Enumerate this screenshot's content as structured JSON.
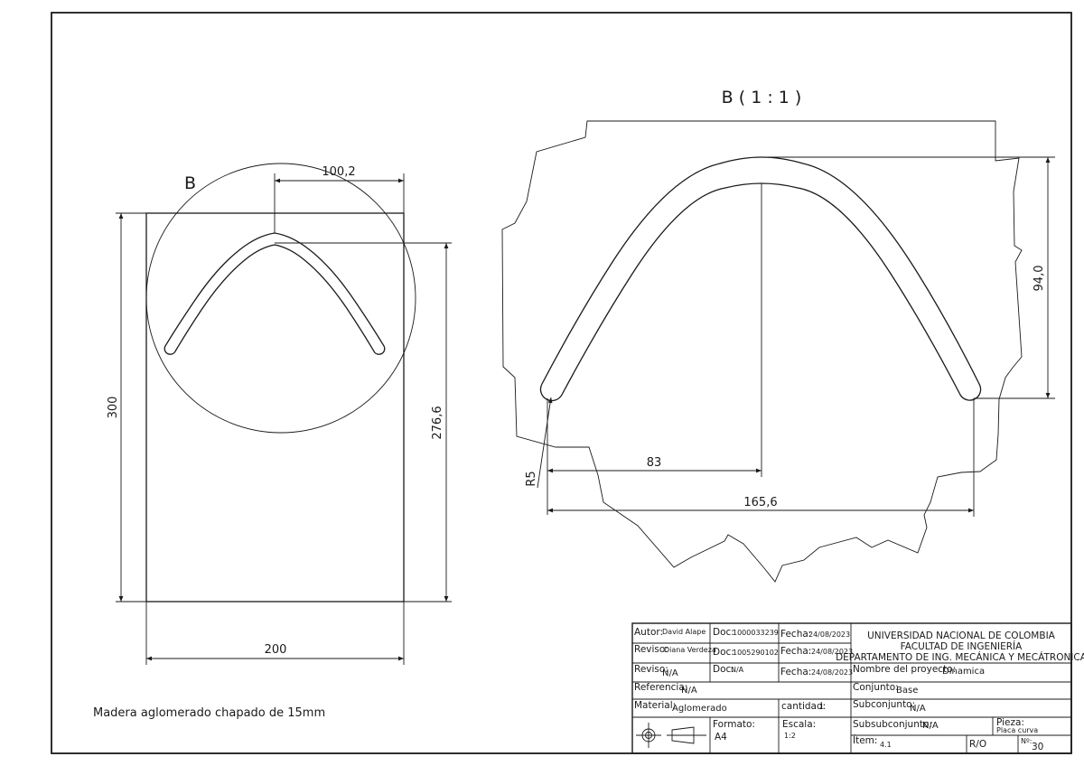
{
  "drawing": {
    "detail_label": "B",
    "detail_title": "B ( 1 : 1 )",
    "material_note": "Madera aglomerado chapado de 15mm"
  },
  "dimensions": {
    "width_200": "200",
    "height_300": "300",
    "height_276": "276,6",
    "offset_100": "100,2",
    "detail_height": "94,0",
    "detail_half": "83",
    "detail_width": "165,6",
    "detail_radius": "R5"
  },
  "title_block": {
    "autor_label": "Autor:",
    "autor_value": "David Alape",
    "doc1_label": "Doc:",
    "doc1_value": "1000033239",
    "fecha1_label": "Fecha:",
    "fecha1_value": "24/08/2023",
    "reviso1_label": "Reviso:",
    "reviso1_value": "Diana Verdeza",
    "doc2_label": "Doc:",
    "doc2_value": "1005290102",
    "fecha2_label": "Fecha:",
    "fecha2_value": "24/08/2023",
    "reviso2_label": "Reviso:",
    "reviso2_value": "N/A",
    "doc3_label": "Doc:",
    "doc3_value": "N/A",
    "fecha3_label": "Fecha:",
    "fecha3_value": "24/08/2023",
    "university": "UNIVERSIDAD NACIONAL DE COLOMBIA",
    "faculty": "FACULTAD DE INGENIERÍA",
    "department": "DEPARTAMENTO DE ING. MECÁNICA Y MECÁTRONICA",
    "proyecto_label": "Nombre del proyecto:",
    "proyecto_value": "Dinamica",
    "referencia_label": "Referencia:",
    "referencia_value": "N/A",
    "conjunto_label": "Conjunto:",
    "conjunto_value": "Base",
    "material_label": "Material:",
    "material_value": "Aglomerado",
    "cantidad_label": "cantidad:",
    "cantidad_value": "1",
    "subconjunto_label": "Subconjunto:",
    "subconjunto_value": "N/A",
    "formato_label": "Formato:",
    "formato_value": "A4",
    "escala_label": "Escala:",
    "escala_value": "1:2",
    "subsub_label": "Subsubconjunto:",
    "subsub_value": "N/A",
    "pieza_label": "Pieza:",
    "pieza_value": "Placa curva",
    "item_label": "Ítem:",
    "item_value": "4.1",
    "rev_value": "R/O",
    "no_label": "Nº:",
    "no_value": "30"
  }
}
